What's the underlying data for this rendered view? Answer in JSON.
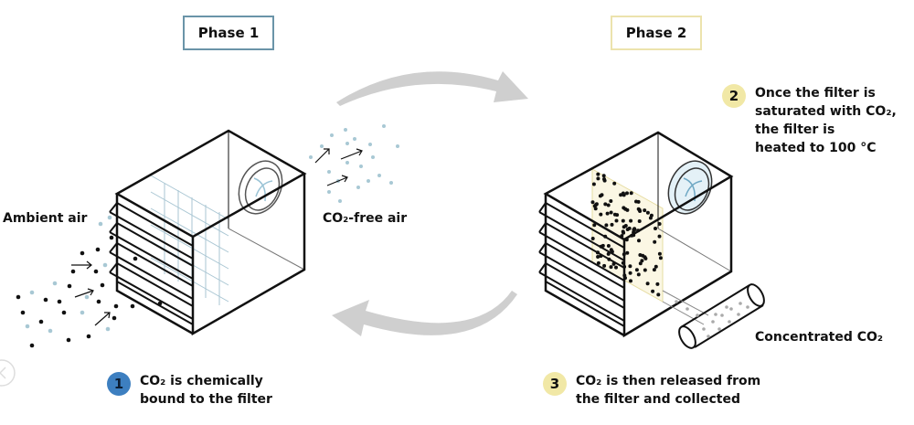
{
  "phases": {
    "phase1": "Phase 1",
    "phase2": "Phase 2"
  },
  "labels": {
    "ambient_air": "Ambient air",
    "co2_free_air": "CO₂-free air",
    "concentrated_co2": "Concentrated CO₂"
  },
  "steps": [
    {
      "number": "1",
      "lines": [
        "CO₂ is chemically",
        "bound to the filter"
      ]
    },
    {
      "number": "2",
      "lines": [
        "Once the filter is",
        "saturated with CO₂,",
        "the filter is",
        "heated to 100 °C"
      ]
    },
    {
      "number": "3",
      "lines": [
        "CO₂ is then released from",
        "the filter and collected"
      ]
    }
  ],
  "colors": {
    "phase1": "#3d7fc0",
    "phase2": "#f1e8a6",
    "cycle_arrow": "#cfcfcf",
    "co2_dot": "#a8c8d4"
  }
}
